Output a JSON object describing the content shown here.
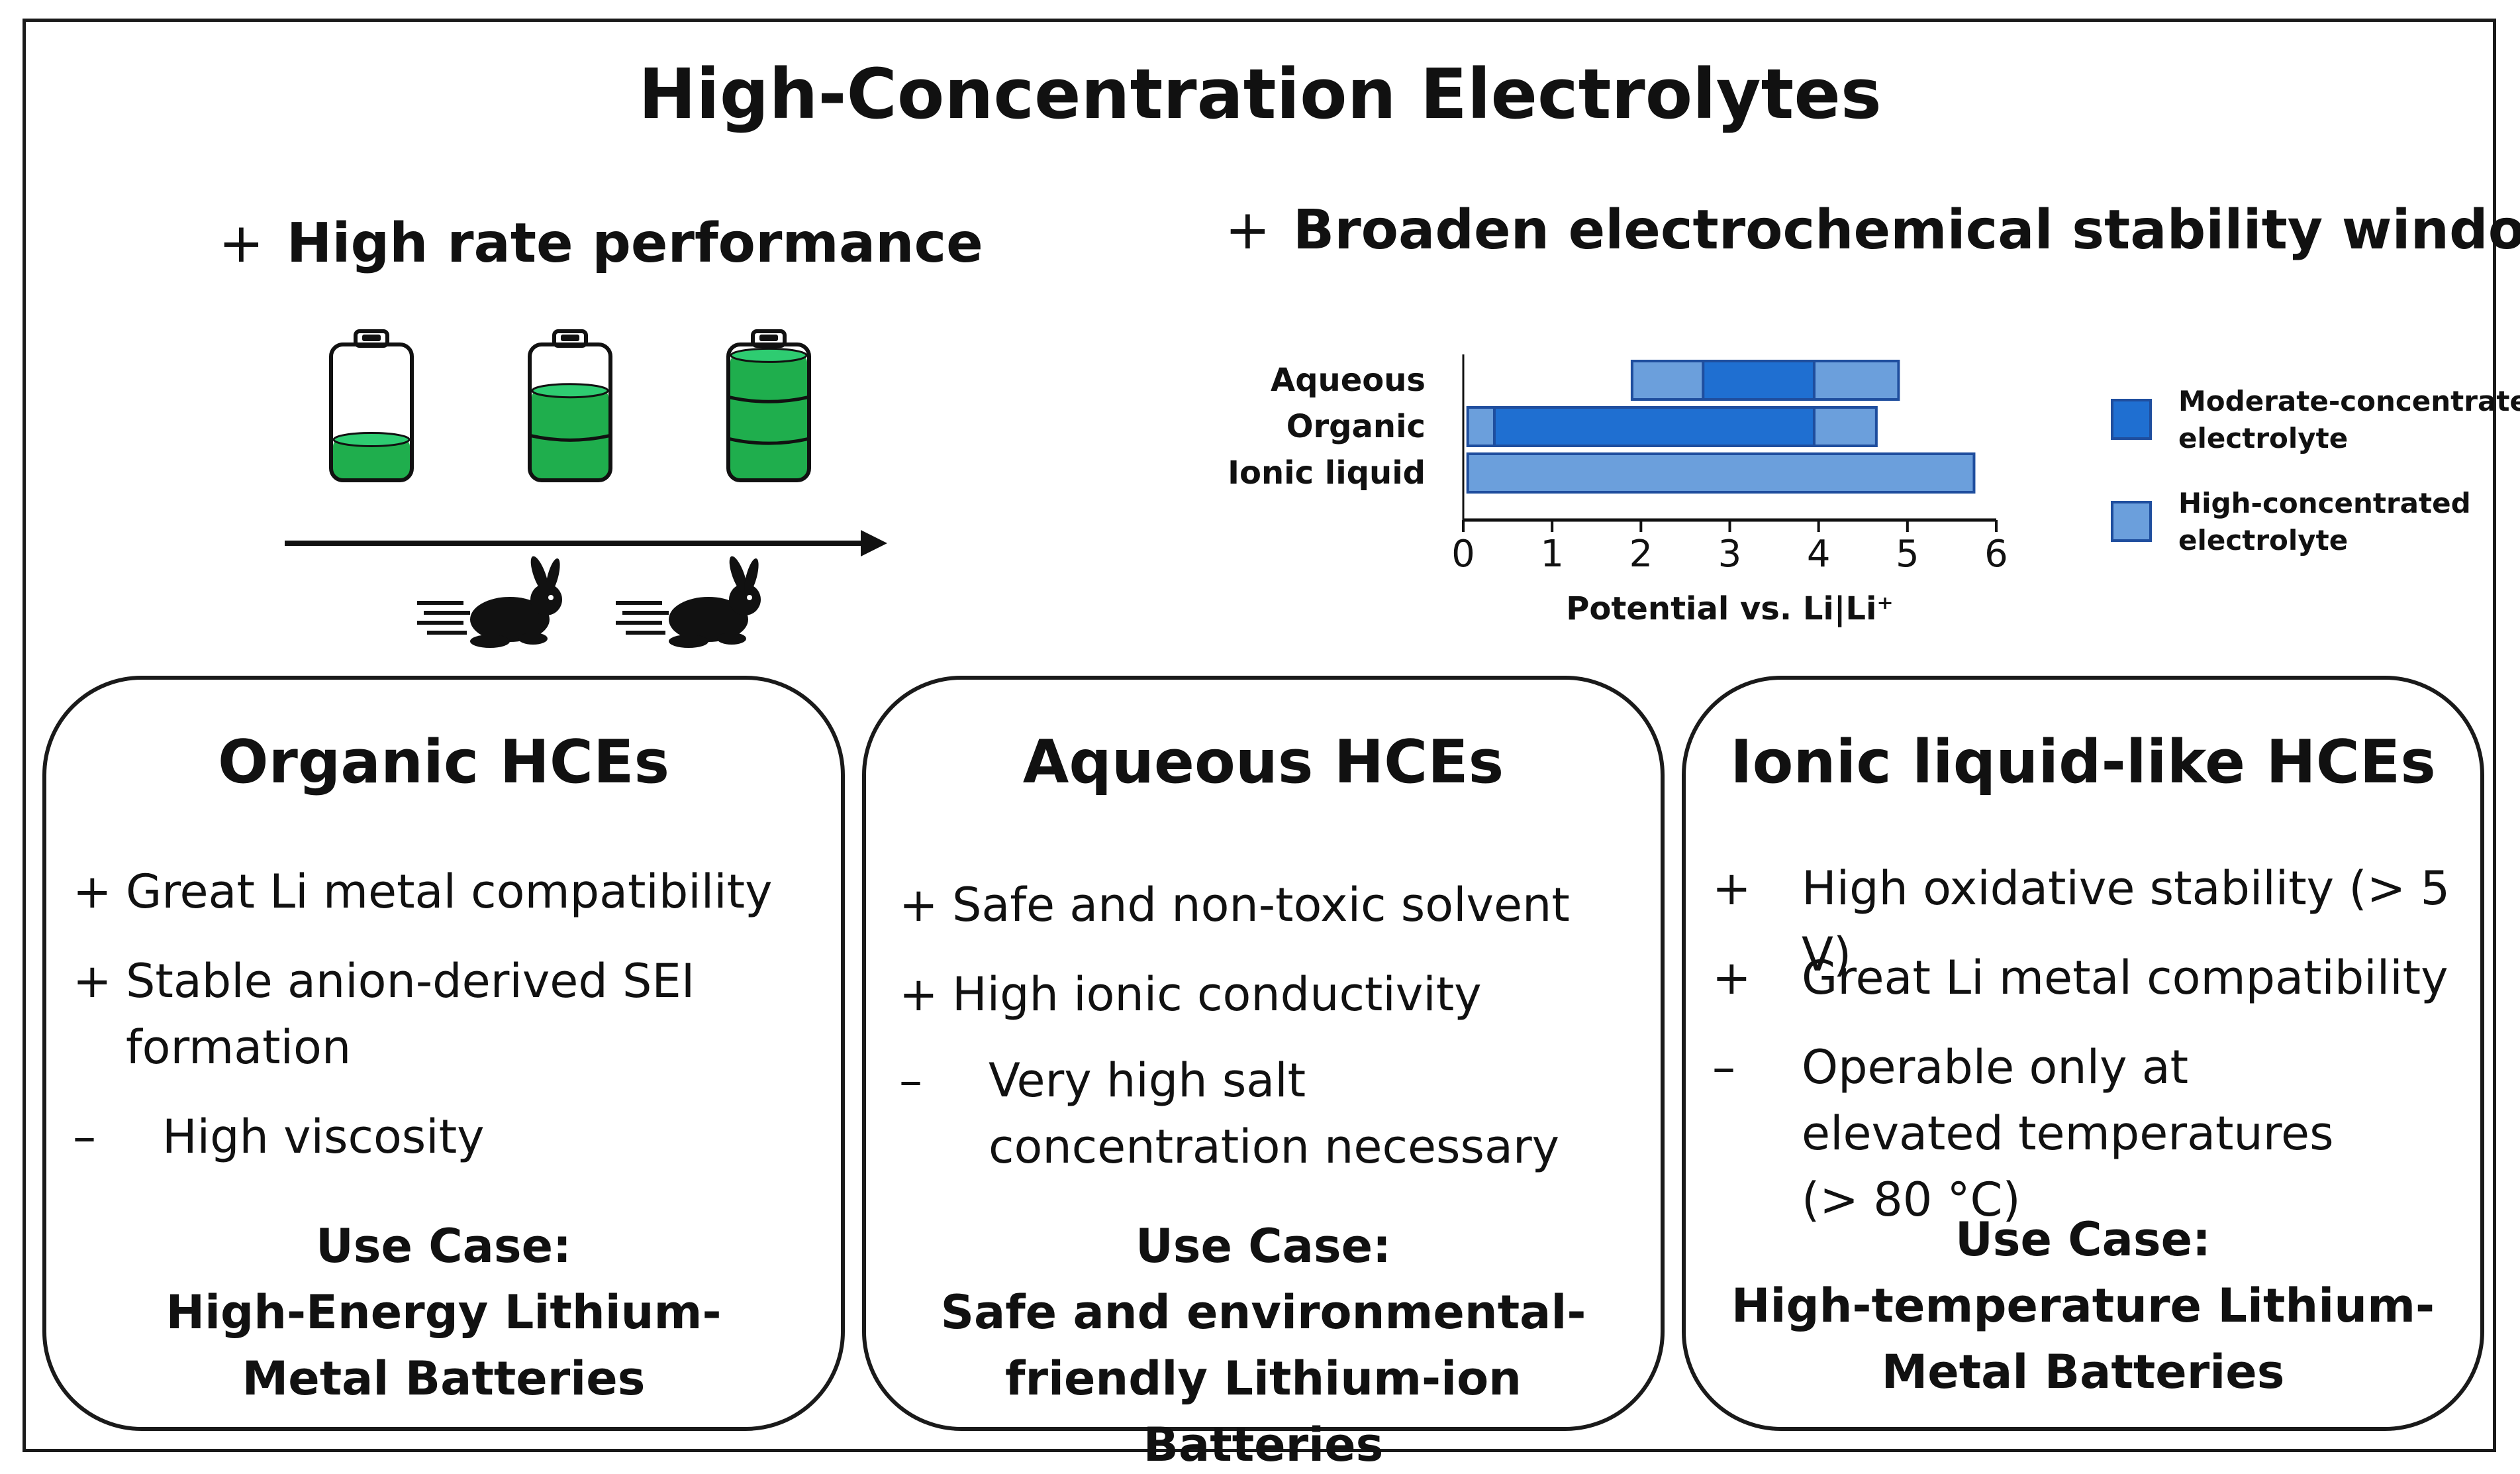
{
  "title": "High-Concentration Electrolytes",
  "rate_section": {
    "plus": "+",
    "heading": "High rate performance",
    "battery_fill_levels": [
      0.3,
      0.66,
      0.92
    ]
  },
  "stability_section": {
    "plus": "+",
    "heading": "Broaden electrochemical stability window"
  },
  "colors": {
    "battery_green": "#1fae4d",
    "battery_green_top": "#2ecc71",
    "moderate": "#1f6fd1",
    "high": "#6b9fdc",
    "border": "#1f4e9e"
  },
  "legend": [
    {
      "label": "Moderate-concentrated electrolyte",
      "color": "#1f6fd1"
    },
    {
      "label": "High-concentrated electrolyte",
      "color": "#6b9fdc"
    }
  ],
  "chart_data": {
    "type": "bar",
    "orientation": "horizontal-range",
    "categories": [
      "Aqueous",
      "Organic",
      "Ionic liquid"
    ],
    "series": [
      {
        "name": "High-concentrated electrolyte",
        "ranges": [
          [
            1.9,
            4.9
          ],
          [
            0.05,
            4.65
          ],
          [
            0.05,
            5.75
          ]
        ]
      },
      {
        "name": "Moderate-concentrated electrolyte",
        "ranges": [
          [
            2.7,
            3.95
          ],
          [
            0.35,
            3.95
          ],
          null
        ]
      }
    ],
    "xlabel": "Potential vs. Li|Li⁺",
    "xlim": [
      0,
      6
    ],
    "xticks": [
      "0",
      "1",
      "2",
      "3",
      "4",
      "5",
      "6"
    ]
  },
  "cards": [
    {
      "title": "Organic HCEs",
      "bullets": [
        {
          "mark": "+",
          "text": "Great Li metal compatibility"
        },
        {
          "mark": "+",
          "text": "Stable anion-derived SEI formation"
        },
        {
          "mark": "–",
          "text": "High viscosity"
        }
      ],
      "use_case_label": "Use Case:",
      "use_case_text": "High-Energy Lithium-Metal Batteries"
    },
    {
      "title": "Aqueous HCEs",
      "bullets": [
        {
          "mark": "+",
          "text": "Safe and non-toxic solvent"
        },
        {
          "mark": "+",
          "text": "High ionic conductivity"
        },
        {
          "mark": "–",
          "text": "Very high salt concentration necessary"
        }
      ],
      "use_case_label": "Use Case:",
      "use_case_text": "Safe and environmental-friendly Lithium-ion Batteries"
    },
    {
      "title": "Ionic liquid-like HCEs",
      "bullets": [
        {
          "mark": "+",
          "text": "High oxidative stability (> 5 V)"
        },
        {
          "mark": "+",
          "text": "Great Li metal compatibility"
        },
        {
          "mark": "–",
          "text": "Operable only at elevated temperatures (> 80 °C)"
        }
      ],
      "use_case_label": "Use Case:",
      "use_case_text": "High-temperature Lithium-Metal Batteries"
    }
  ]
}
